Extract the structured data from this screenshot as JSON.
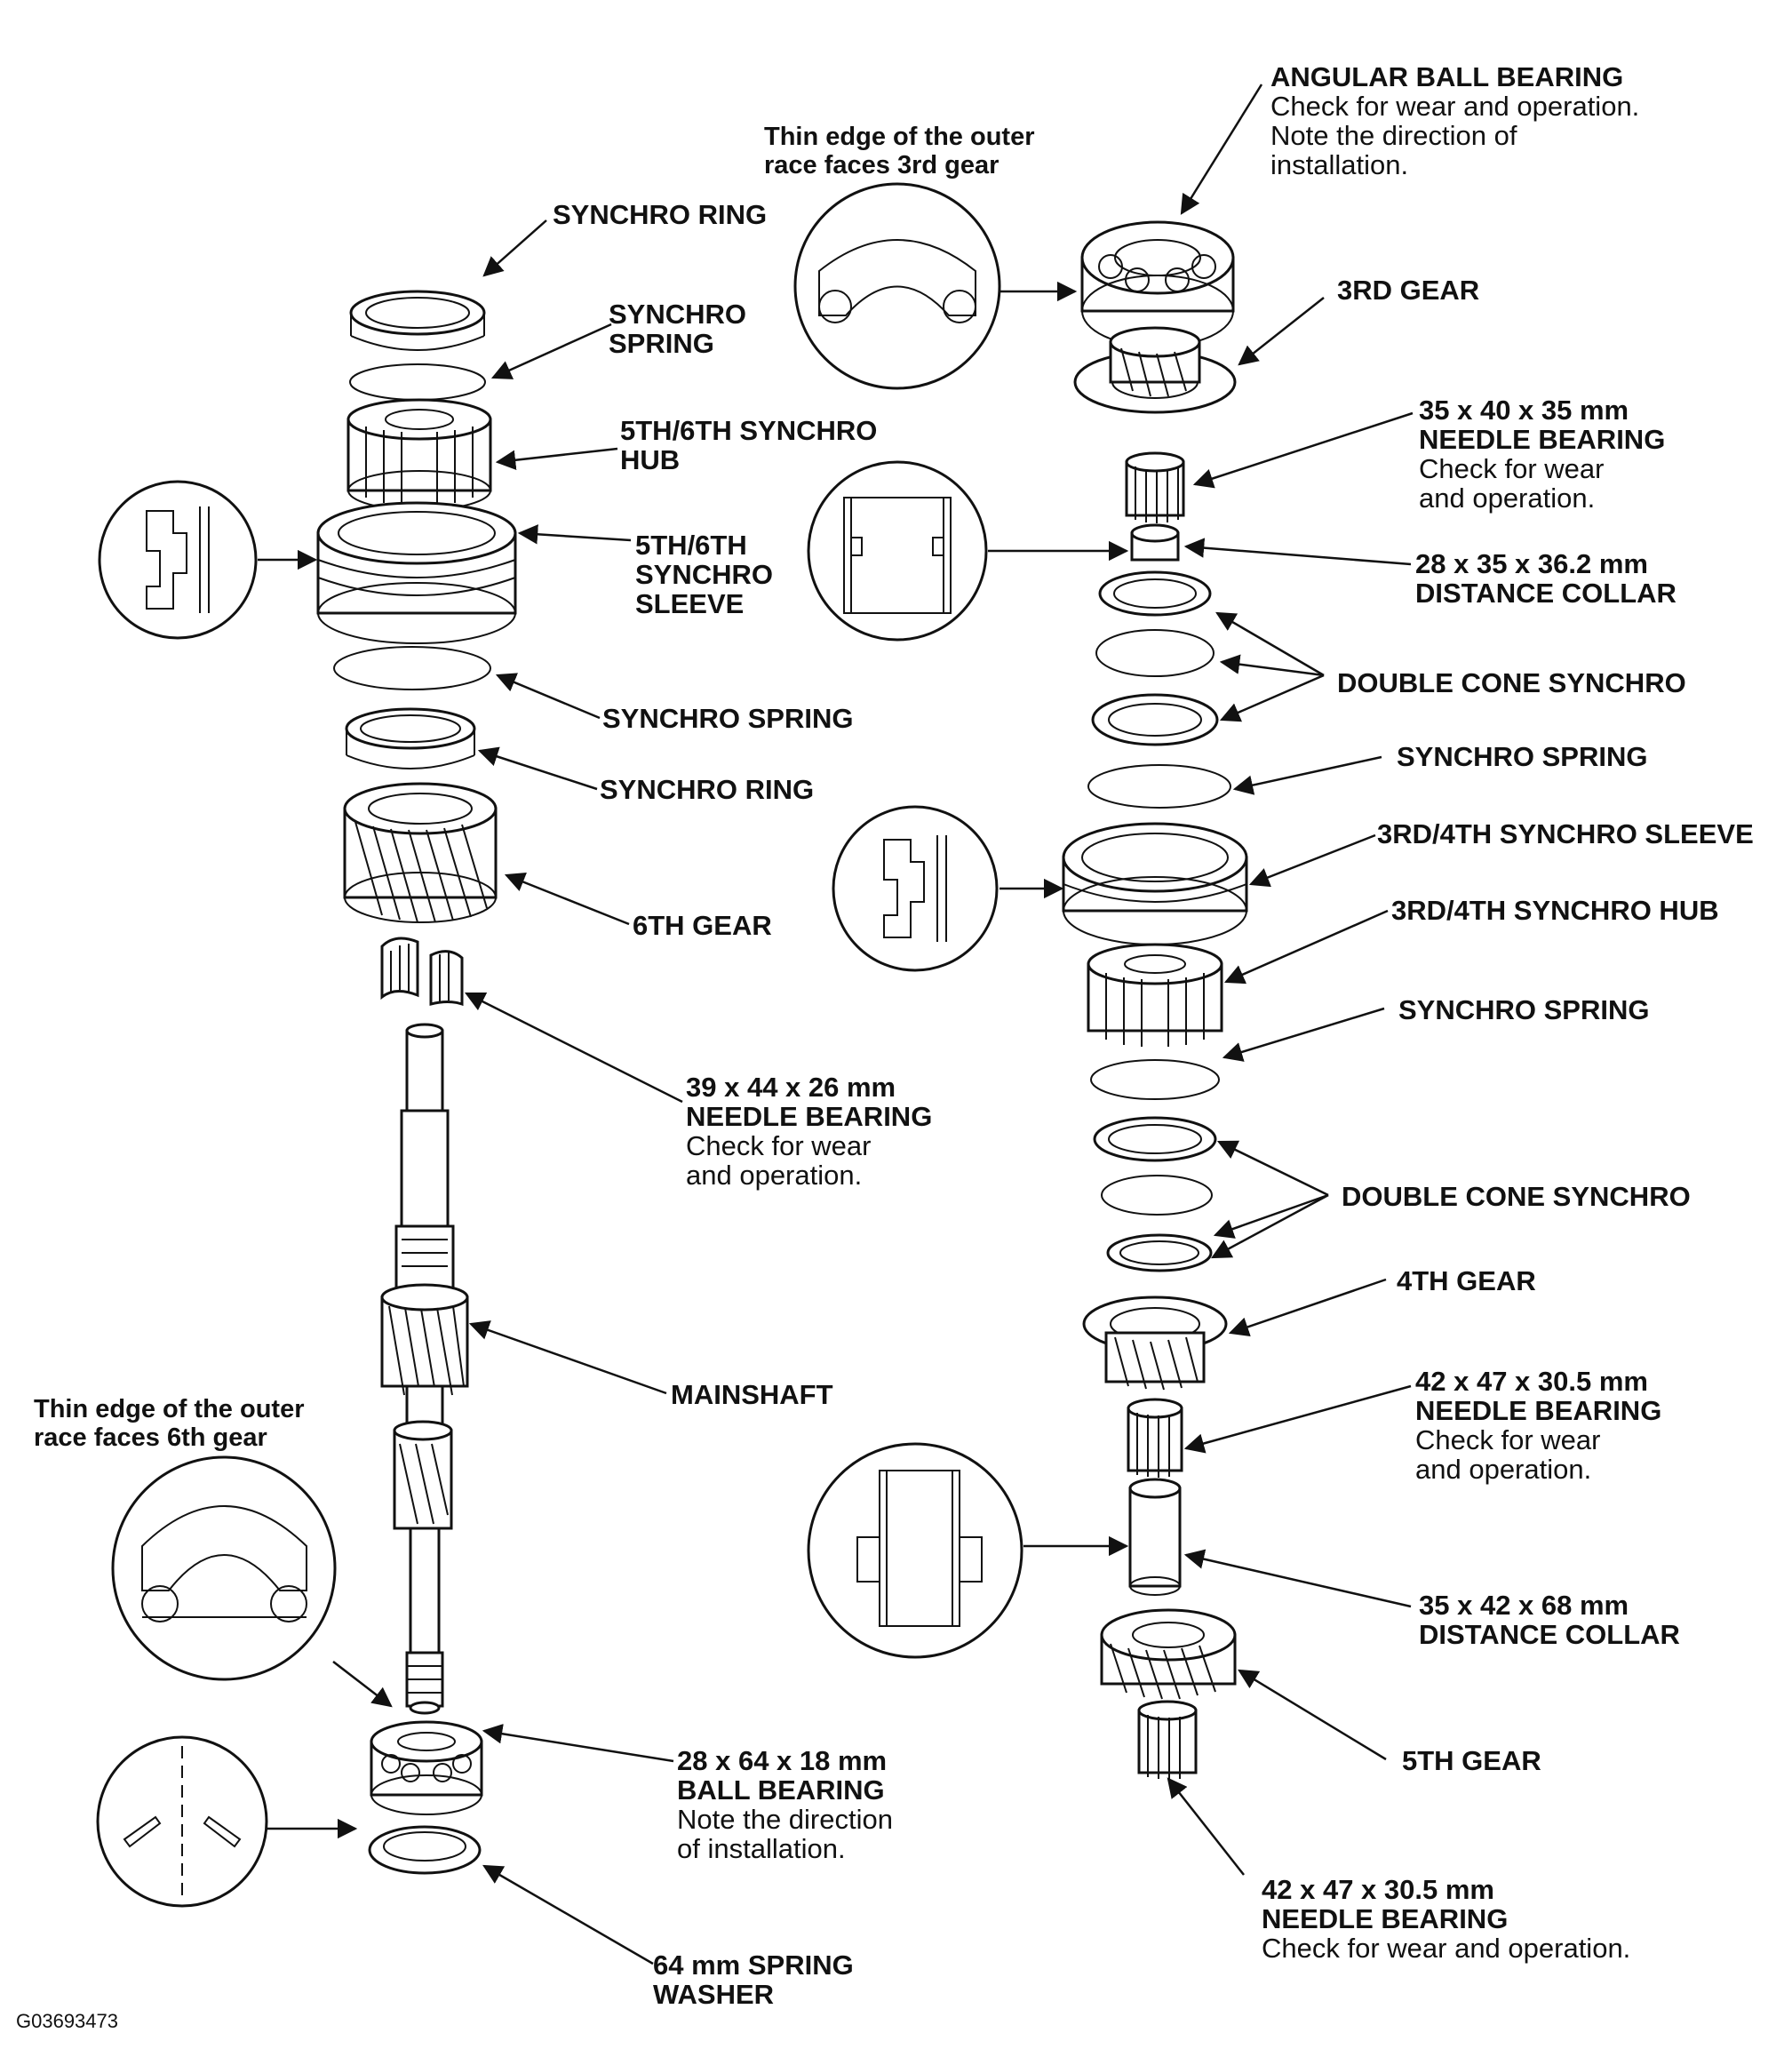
{
  "diagram": {
    "figure_code": "G03693473",
    "left_assembly": {
      "synchro_ring_top": "SYNCHRO RING",
      "synchro_spring_top": "SYNCHRO\nSPRING",
      "synchro_hub": "5TH/6TH SYNCHRO\nHUB",
      "synchro_sleeve": "5TH/6TH\nSYNCHRO\nSLEEVE",
      "synchro_spring_bottom": "SYNCHRO SPRING",
      "synchro_ring_bottom": "SYNCHRO RING",
      "sixth_gear": "6TH GEAR",
      "needle_bearing": {
        "title": "39 x 44 x 26 mm\nNEEDLE BEARING",
        "note": "Check for wear\nand operation."
      },
      "mainshaft": "MAINSHAFT",
      "bearing_caption": "Thin edge of the outer\nrace faces 6th gear",
      "ball_bearing": {
        "title": "28 x 64 x 18 mm\nBALL BEARING",
        "note": "Note the direction\nof installation."
      },
      "spring_washer": "64 mm SPRING\nWASHER"
    },
    "right_assembly": {
      "top_caption": "Thin edge of the outer\nrace faces 3rd gear",
      "angular_bearing": {
        "title": "ANGULAR BALL BEARING",
        "note": "Check for wear and operation.\nNote the direction of\ninstallation."
      },
      "third_gear": "3RD GEAR",
      "needle_bearing_1": {
        "title": "35 x 40 x 35 mm\nNEEDLE BEARING",
        "note": "Check for wear\nand operation."
      },
      "distance_collar_1": "28 x 35 x 36.2 mm\nDISTANCE COLLAR",
      "double_cone_1": "DOUBLE CONE SYNCHRO",
      "synchro_spring_1": "SYNCHRO SPRING",
      "synchro_sleeve": "3RD/4TH SYNCHRO SLEEVE",
      "synchro_hub": "3RD/4TH SYNCHRO HUB",
      "synchro_spring_2": "SYNCHRO SPRING",
      "double_cone_2": "DOUBLE CONE SYNCHRO",
      "fourth_gear": "4TH GEAR",
      "needle_bearing_2": {
        "title": "42 x 47 x 30.5 mm\nNEEDLE BEARING",
        "note": "Check for wear\nand operation."
      },
      "distance_collar_2": "35 x 42 x 68 mm\nDISTANCE COLLAR",
      "fifth_gear": "5TH GEAR",
      "needle_bearing_3": {
        "title": "42 x 47 x 30.5 mm\nNEEDLE BEARING",
        "note": "Check for wear and operation."
      }
    }
  }
}
